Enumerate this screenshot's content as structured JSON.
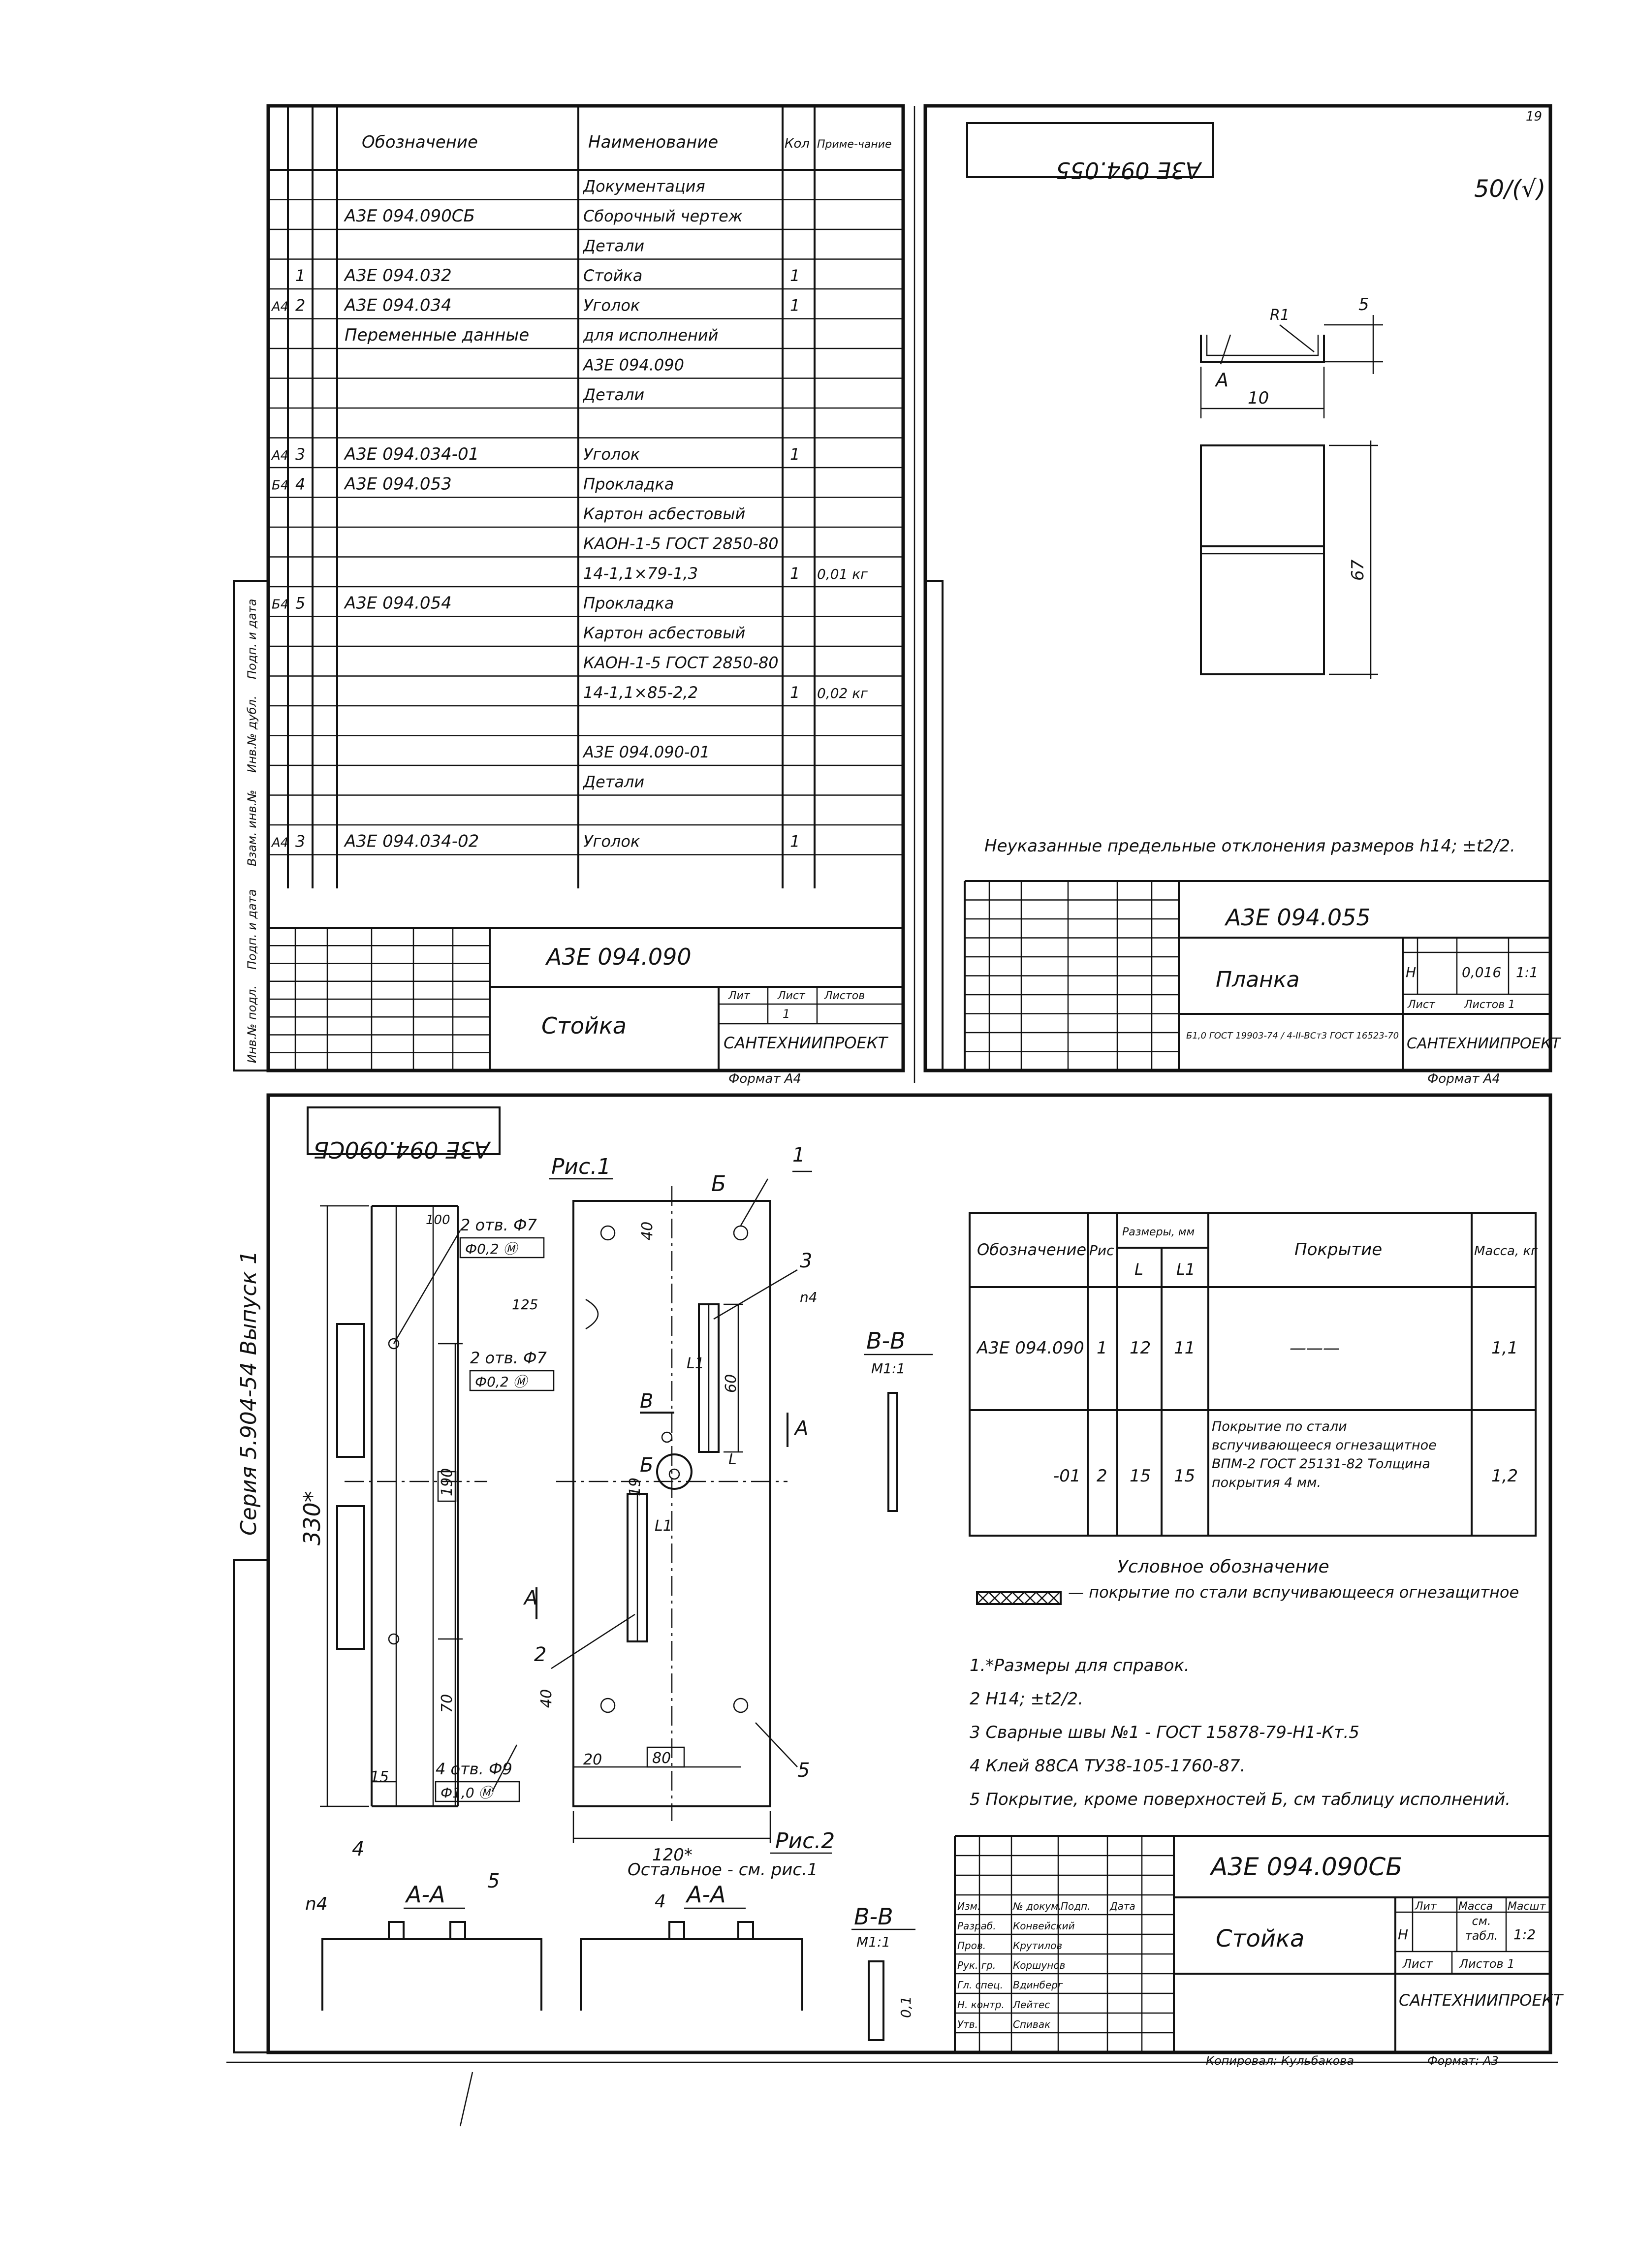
{
  "sheet1": {
    "corner_code": "А3Е 094.090",
    "headers": {
      "designation": "Обозначение",
      "name": "Наименование",
      "qty": "Кол",
      "note": "Приме-чание"
    },
    "rows": [
      {
        "fmt": "",
        "pos": "",
        "designation": "",
        "name": "Документация",
        "qty": "",
        "note": ""
      },
      {
        "fmt": "",
        "pos": "",
        "designation": "А3Е 094.090СБ",
        "name": "Сборочный чертеж",
        "qty": "",
        "note": ""
      },
      {
        "fmt": "",
        "pos": "",
        "designation": "",
        "name": "Детали",
        "qty": "",
        "note": ""
      },
      {
        "fmt": "",
        "pos": "1",
        "designation": "А3Е 094.032",
        "name": "Стойка",
        "qty": "1",
        "note": ""
      },
      {
        "fmt": "А4",
        "pos": "2",
        "designation": "А3Е 094.034",
        "name": "Уголок",
        "qty": "1",
        "note": ""
      },
      {
        "fmt": "",
        "pos": "",
        "designation": "Переменные данные",
        "name": "для исполнений",
        "qty": "",
        "note": ""
      },
      {
        "fmt": "",
        "pos": "",
        "designation": "",
        "name": "А3Е 094.090",
        "qty": "",
        "note": ""
      },
      {
        "fmt": "",
        "pos": "",
        "designation": "",
        "name": "Детали",
        "qty": "",
        "note": ""
      },
      {
        "fmt": "",
        "pos": "",
        "designation": "",
        "name": "",
        "qty": "",
        "note": ""
      },
      {
        "fmt": "А4",
        "pos": "3",
        "designation": "А3Е 094.034-01",
        "name": "Уголок",
        "qty": "1",
        "note": ""
      },
      {
        "fmt": "Б4",
        "pos": "4",
        "designation": "А3Е 094.053",
        "name": "Прокладка",
        "qty": "",
        "note": ""
      },
      {
        "fmt": "",
        "pos": "",
        "designation": "",
        "name": "Картон асбестовый",
        "qty": "",
        "note": ""
      },
      {
        "fmt": "",
        "pos": "",
        "designation": "",
        "name": "КАОН-1-5 ГОСТ 2850-80",
        "qty": "",
        "note": ""
      },
      {
        "fmt": "",
        "pos": "",
        "designation": "",
        "name": "14-1,1×79-1,3",
        "qty": "1",
        "note": "0,01 кг"
      },
      {
        "fmt": "Б4",
        "pos": "5",
        "designation": "А3Е 094.054",
        "name": "Прокладка",
        "qty": "",
        "note": ""
      },
      {
        "fmt": "",
        "pos": "",
        "designation": "",
        "name": "Картон асбестовый",
        "qty": "",
        "note": ""
      },
      {
        "fmt": "",
        "pos": "",
        "designation": "",
        "name": "КАОН-1-5 ГОСТ 2850-80",
        "qty": "",
        "note": ""
      },
      {
        "fmt": "",
        "pos": "",
        "designation": "",
        "name": "14-1,1×85-2,2",
        "qty": "1",
        "note": "0,02 кг"
      },
      {
        "fmt": "",
        "pos": "",
        "designation": "",
        "name": "",
        "qty": "",
        "note": ""
      },
      {
        "fmt": "",
        "pos": "",
        "designation": "",
        "name": "А3Е 094.090-01",
        "qty": "",
        "note": ""
      },
      {
        "fmt": "",
        "pos": "",
        "designation": "",
        "name": "Детали",
        "qty": "",
        "note": ""
      },
      {
        "fmt": "",
        "pos": "",
        "designation": "",
        "name": "",
        "qty": "",
        "note": ""
      },
      {
        "fmt": "А4",
        "pos": "3",
        "designation": "А3Е 094.034-02",
        "name": "Уголок",
        "qty": "1",
        "note": ""
      }
    ],
    "title_block": {
      "code": "А3Е 094.090",
      "title": "Стойка",
      "org": "САНТЕХНИИПРОЕКТ",
      "format": "Формат А4",
      "lit_label": "Лит",
      "sheet_label": "Лист",
      "sheets_label": "Листов",
      "sheet_no": "1"
    },
    "margin_labels": [
      "Инв.№ подл.",
      "Подп. и дата",
      "Взам. инв.№",
      "Инв.№ дубл.",
      "Подп. и дата"
    ]
  },
  "sheet2": {
    "corner_code": "А3Е 094.055",
    "roughness": "50/(√)",
    "dims": {
      "r": "R1",
      "h": "5",
      "w": "10",
      "len": "67",
      "view": "А"
    },
    "note": "Неуказанные предельные отклонения размеров h14; ±t2/2.",
    "title_block": {
      "code": "А3Е 094.055",
      "title": "Планка",
      "lit": "Н",
      "mass": "0,016",
      "scale": "1:1",
      "material": "Б1,0 ГОСТ 19903-74 / 4-II-ВСт3 ГОСТ 16523-70",
      "sheet_label": "Лист",
      "sheets_label": "Листов 1",
      "org": "САНТЕХНИИПРОЕКТ",
      "format": "Формат А4"
    }
  },
  "sheet3": {
    "corner_code": "А3Е 094.090СБ",
    "side_series": "Серия 5.904-54  Выпуск 1",
    "fig1_label": "Рис.1",
    "fig2_label": "Рис.2",
    "fig2_note": "Остальное - см. рис.1",
    "dims": {
      "total": "330*",
      "d190": "190",
      "d70": "70",
      "d15": "15",
      "d40a": "40",
      "d40b": "40",
      "d60": "60",
      "d19": "19",
      "d20": "20",
      "d80": "80",
      "d120": "120*",
      "d125": "125",
      "l": "L",
      "l1": "L1"
    },
    "callouts": {
      "p1": "1",
      "p2": "2",
      "p3": "3",
      "p4": "4",
      "p5": "5",
      "b": "Б",
      "v": "В",
      "a": "А",
      "n4": "n4"
    },
    "holes": {
      "h1": "2 отв. Ф7",
      "h1_tol": "Ф0,2 Ⓜ",
      "h2": "2 отв. Ф7",
      "h2_tol": "Ф0,2 Ⓜ",
      "h3": "4 отв. Ф9",
      "h3_tol": "Ф1,0 Ⓜ"
    },
    "sections": {
      "aa": "А-А",
      "bb": "В-В",
      "m11": "М1:1",
      "t": "0,1"
    },
    "table": {
      "headers": {
        "designation": "Обозначение",
        "fig": "Рис",
        "sizes": "Размеры, мм",
        "l": "L",
        "l1": "L1",
        "coating": "Покрытие",
        "mass": "Масса, кг"
      },
      "rows": [
        {
          "designation": "А3Е 094.090",
          "fig": "1",
          "l": "12",
          "l1": "11",
          "coating": "———",
          "mass": "1,1"
        },
        {
          "designation": "-01",
          "fig": "2",
          "l": "15",
          "l1": "15",
          "coating": "Покрытие по стали вспучивающееся огнезащитное ВПМ-2 ГОСТ 25131-82 Толщина покрытия 4 мм.",
          "mass": "1,2"
        }
      ]
    },
    "legend_title": "Условное обозначение",
    "legend_text": "— покрытие по стали вспучивающееся огнезащитное",
    "notes": [
      "1.*Размеры для справок.",
      "2 H14; ±t2/2.",
      "3 Сварные швы №1 - ГОСТ 15878-79-Н1-Кт.5",
      "4 Клей 88СА ТУ38-105-1760-87.",
      "5 Покрытие, кроме поверхностей Б, см таблицу исполнений."
    ],
    "title_block": {
      "code": "А3Е 094.090СБ",
      "title": "Стойка",
      "lit": "Н",
      "mass": "см. табл.",
      "scale": "1:2",
      "lit_label": "Лит",
      "mass_label": "Масса",
      "scale_label": "Масшт",
      "sheet_label": "Лист",
      "sheets_label": "Листов 1",
      "org": "САНТЕХНИИПРОЕКТ",
      "copied": "Копировал: Кульбакова",
      "format": "Формат: А3"
    },
    "signatures": [
      {
        "role": "Изм.",
        "name": "№ докум.",
        "sign": "Подп.",
        "date": "Дата"
      },
      {
        "role": "Разраб.",
        "name": "Конвейский",
        "sign": "",
        "date": ""
      },
      {
        "role": "Пров.",
        "name": "Крутилов",
        "sign": "",
        "date": ""
      },
      {
        "role": "Рук. гр.",
        "name": "Коршунов",
        "sign": "",
        "date": ""
      },
      {
        "role": "Гл. спец.",
        "name": "Вдинберг",
        "sign": "",
        "date": ""
      },
      {
        "role": "Н. контр.",
        "name": "Лейтес",
        "sign": "",
        "date": ""
      },
      {
        "role": "Утв.",
        "name": "Спивак",
        "sign": "",
        "date": ""
      }
    ]
  }
}
